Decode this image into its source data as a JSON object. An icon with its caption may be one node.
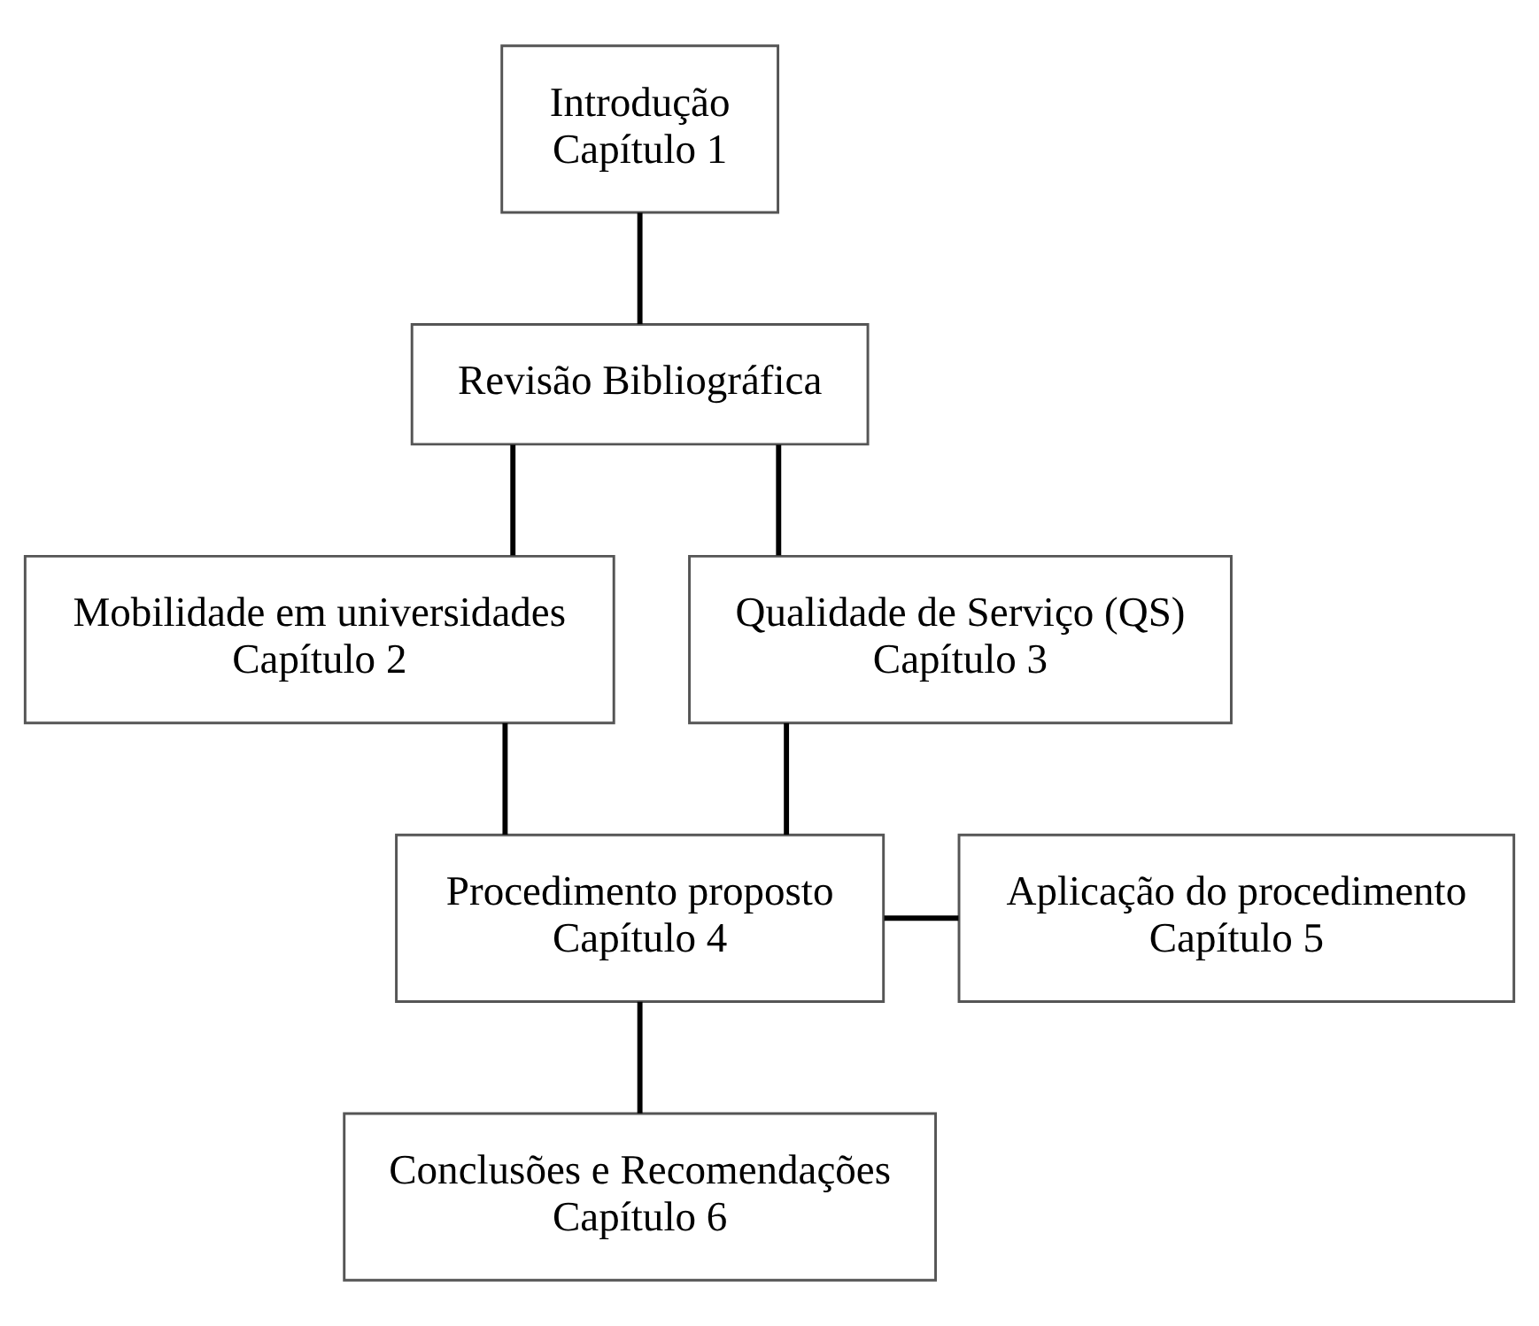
{
  "diagram": {
    "nodes": [
      {
        "text": [
          "Introdução",
          "Capítulo 1"
        ]
      },
      {
        "text": [
          "Revisão Bibliográfica"
        ]
      },
      {
        "text": [
          "Mobilidade em universidades",
          "Capítulo 2"
        ]
      },
      {
        "text": [
          "Qualidade de Serviço (QS)",
          "Capítulo 3"
        ]
      },
      {
        "text": [
          "Procedimento proposto",
          "Capítulo 4"
        ]
      },
      {
        "text": [
          "Aplicação do procedimento",
          "Capítulo 5"
        ]
      },
      {
        "text": [
          "Conclusões e Recomendações",
          "Capítulo 6"
        ]
      }
    ],
    "edges": [
      {
        "from": 0,
        "to": 1,
        "arrow": "none"
      },
      {
        "from": 1,
        "to": 2,
        "arrow": "none"
      },
      {
        "from": 1,
        "to": 3,
        "arrow": "none"
      },
      {
        "from": 2,
        "to": 4,
        "arrow": "none"
      },
      {
        "from": 3,
        "to": 4,
        "arrow": "none"
      },
      {
        "from": 4,
        "to": 5,
        "arrow": "none"
      },
      {
        "from": 4,
        "to": 6,
        "arrow": "none"
      }
    ]
  }
}
